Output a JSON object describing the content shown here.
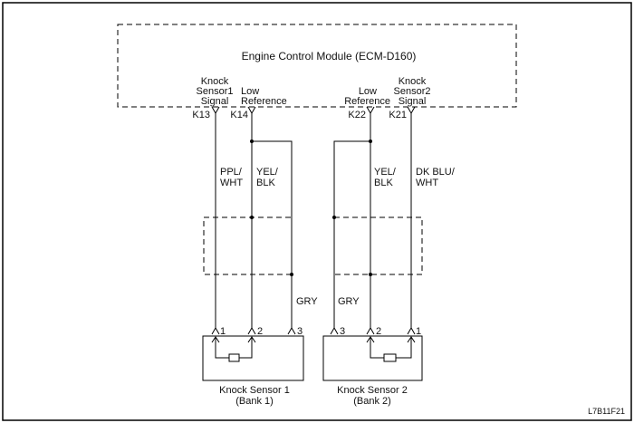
{
  "ecm": {
    "title": "Engine Control Module (ECM-D160)"
  },
  "pin_labels": {
    "k13": [
      "Knock",
      "Sensor1",
      "Signal"
    ],
    "k14": [
      "Low",
      "Reference"
    ],
    "k22": [
      "Low",
      "Reference"
    ],
    "k21": [
      "Knock",
      "Sensor2",
      "Signal"
    ]
  },
  "pins": {
    "k13": "K13",
    "k14": "K14",
    "k22": "K22",
    "k21": "K21"
  },
  "wires": {
    "w1_line1": "PPL/",
    "w1_line2": "WHT",
    "w2_line1": "YEL/",
    "w2_line2": "BLK",
    "w3_line1": "YEL/",
    "w3_line2": "BLK",
    "w4_line1": "DK BLU/",
    "w4_line2": "WHT",
    "gry_left": "GRY",
    "gry_right": "GRY"
  },
  "sensor_pins": {
    "s1_p1": "1",
    "s1_p2": "2",
    "s1_p3": "3",
    "s2_p3": "3",
    "s2_p2": "2",
    "s2_p1": "1"
  },
  "sensors": {
    "s1_name": "Knock Sensor 1",
    "s1_bank": "(Bank 1)",
    "s2_name": "Knock Sensor 2",
    "s2_bank": "(Bank 2)"
  },
  "figure_id": "L7B11F21"
}
